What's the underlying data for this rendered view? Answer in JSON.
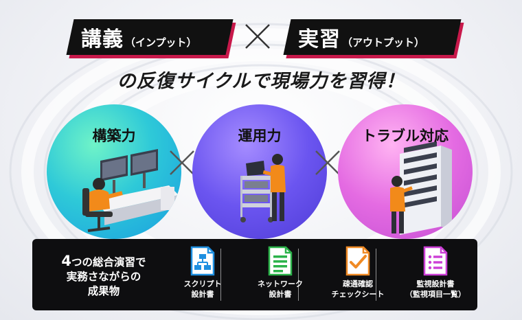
{
  "title": {
    "left": {
      "main": "講義",
      "sub": "（インプット）"
    },
    "right": {
      "main": "実習",
      "sub": "（アウトプット）"
    },
    "subtitle": "の反復サイクルで現場力を習得！"
  },
  "circles": [
    {
      "label": "構築力",
      "color": "#2ec9d8"
    },
    {
      "label": "運用力",
      "color": "#6b55f0"
    },
    {
      "label": "トラブル対応",
      "color": "#e46be2"
    }
  ],
  "outputs": {
    "lead_number": "4",
    "lead_line1": "つの総合演習で",
    "lead_line2": "実務さながらの",
    "lead_line3": "成果物",
    "items": [
      {
        "line1": "スクリプト",
        "line2": "設計書",
        "icon": "flowchart-document-icon",
        "color": "#1e8fe0"
      },
      {
        "line1": "ネットワーク",
        "line2": "設計書",
        "icon": "list-document-icon",
        "color": "#2bb34a"
      },
      {
        "line1": "疎通確認",
        "line2": "チェックシート",
        "icon": "checkmark-document-icon",
        "color": "#f08a24"
      },
      {
        "line1": "監視設計書",
        "line2": "（監視項目一覧）",
        "icon": "bullet-list-document-icon",
        "color": "#cc3ed6"
      }
    ]
  }
}
